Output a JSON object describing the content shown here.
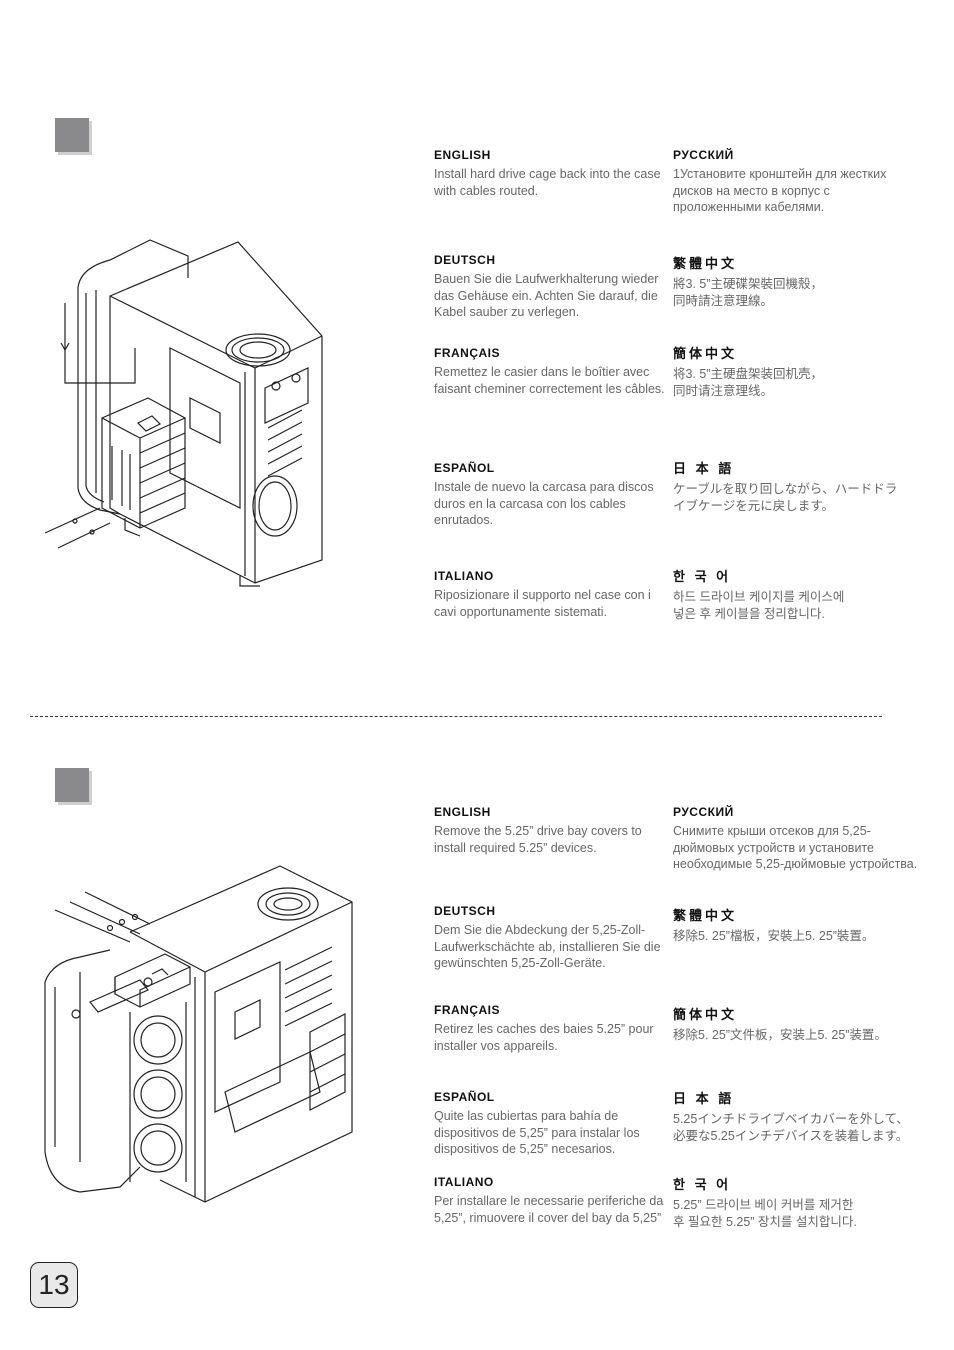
{
  "page_number": "13",
  "sections": [
    {
      "instructions": {
        "english": {
          "label": "ENGLISH",
          "text": "Install hard drive cage back into the case with cables routed."
        },
        "deutsch": {
          "label": "DEUTSCH",
          "text": "Bauen Sie die Laufwerkhalterung wieder das Gehäuse ein. Achten Sie darauf, die Kabel sauber zu verlegen."
        },
        "francais": {
          "label": "FRANÇAIS",
          "text": "Remettez le casier dans le boîtier avec faisant cheminer correctement les câbles."
        },
        "espanol": {
          "label": "ESPAÑOL",
          "text": "Instale de nuevo la carcasa para discos duros en la carcasa con los cables enrutados."
        },
        "italiano": {
          "label": "ITALIANO",
          "text": "Riposizionare il supporto nel case con i cavi opportunamente sistemati."
        },
        "russian": {
          "label": "РУССКИЙ",
          "text": "1Установите кронштейн для жестких дисков на место в корпус с проложенными кабелями."
        },
        "trad_chinese": {
          "label": "繁體中文",
          "text": "將3. 5”主硬碟架裝回機殼，\n同時請注意理線。"
        },
        "simp_chinese": {
          "label": "簡体中文",
          "text": "将3. 5”主硬盘架装回机壳，\n同时请注意理线。"
        },
        "japanese": {
          "label": "日 本 語",
          "text": "ケーブルを取り回しながら、ハードドラ\nイブケージを元に戻します。"
        },
        "korean": {
          "label": "한 국 어",
          "text": "하드 드라이브 케이지를 케이스에\n넣은 후 케이블을 정리합니다."
        }
      }
    },
    {
      "instructions": {
        "english": {
          "label": "ENGLISH",
          "text": "Remove the 5.25” drive bay covers to install required 5.25” devices."
        },
        "deutsch": {
          "label": "DEUTSCH",
          "text": "Dem Sie die Abdeckung der 5,25-Zoll-Laufwerkschächte ab, installieren Sie die gewünschten 5,25-Zoll-Geräte."
        },
        "francais": {
          "label": "FRANÇAIS",
          "text": "Retirez les caches des baies 5.25” pour installer vos appareils."
        },
        "espanol": {
          "label": "ESPAÑOL",
          "text": "Quite las cubiertas para bahía de dispositivos de 5,25” para instalar los dispositivos de 5,25” necesarios."
        },
        "italiano": {
          "label": "ITALIANO",
          "text": "Per installare le necessarie periferiche da 5,25”, rimuovere il cover del bay da 5,25”"
        },
        "russian": {
          "label": "РУССКИЙ",
          "text": "Снимите крыши отсеков для 5,25-дюймовых устройств и установите необходимые 5,25-дюймовые устройства."
        },
        "trad_chinese": {
          "label": "繁體中文",
          "text": "移除5. 25”檔板，安裝上5. 25”裝置。"
        },
        "simp_chinese": {
          "label": "簡体中文",
          "text": "移除5. 25”文件板，安装上5. 25”装置。"
        },
        "japanese": {
          "label": "日 本 語",
          "text": "5.25インチドライブベイカバーを外して、\n必要な5.25インチデバイスを装着します。"
        },
        "korean": {
          "label": "한 국 어",
          "text": "5.25” 드라이브 베이 커버를 제거한\n후 필요한 5.25” 장치를 설치합니다."
        }
      }
    }
  ]
}
